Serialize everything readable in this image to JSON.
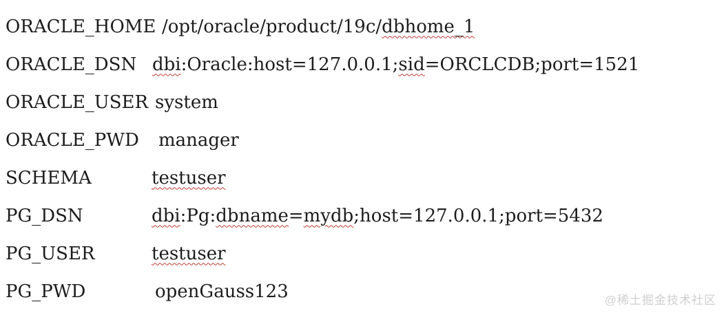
{
  "page": {
    "background": "#ffffff",
    "text_color": "#1c1c1c",
    "misspell_underline_color": "#bf3a2b"
  },
  "rows": [
    {
      "key": "ORACLE_HOME",
      "parts": [
        {
          "t": "/opt/oracle/product/19c/",
          "misspelled": false
        },
        {
          "t": "dbhome_1",
          "misspelled": true
        }
      ]
    },
    {
      "key": "ORACLE_DSN",
      "parts": [
        {
          "t": "dbi",
          "misspelled": true
        },
        {
          "t": ":Oracle:host=127.0.0.1;",
          "misspelled": false
        },
        {
          "t": "sid",
          "misspelled": true
        },
        {
          "t": "=ORCLCDB;port=1521",
          "misspelled": false
        }
      ]
    },
    {
      "key": "ORACLE_USER",
      "parts": [
        {
          "t": "system",
          "misspelled": false
        }
      ]
    },
    {
      "key": "ORACLE_PWD",
      "parts": [
        {
          "t": "manager",
          "misspelled": false
        }
      ]
    },
    {
      "key": "SCHEMA",
      "parts": [
        {
          "t": "testuser",
          "misspelled": true
        }
      ]
    },
    {
      "key": "PG_DSN",
      "parts": [
        {
          "t": "dbi",
          "misspelled": true
        },
        {
          "t": ":Pg:",
          "misspelled": false
        },
        {
          "t": "dbname",
          "misspelled": true
        },
        {
          "t": "=",
          "misspelled": false
        },
        {
          "t": "mydb",
          "misspelled": true
        },
        {
          "t": ";host=127.0.0.1;port=5432",
          "misspelled": false
        }
      ]
    },
    {
      "key": "PG_USER",
      "parts": [
        {
          "t": "testuser",
          "misspelled": true
        }
      ]
    },
    {
      "key": "PG_PWD",
      "parts": [
        {
          "t": "openGauss123",
          "misspelled": false
        }
      ]
    }
  ],
  "watermark": {
    "text": "@稀土掘金技术社区",
    "color": "#cfcfcf"
  }
}
